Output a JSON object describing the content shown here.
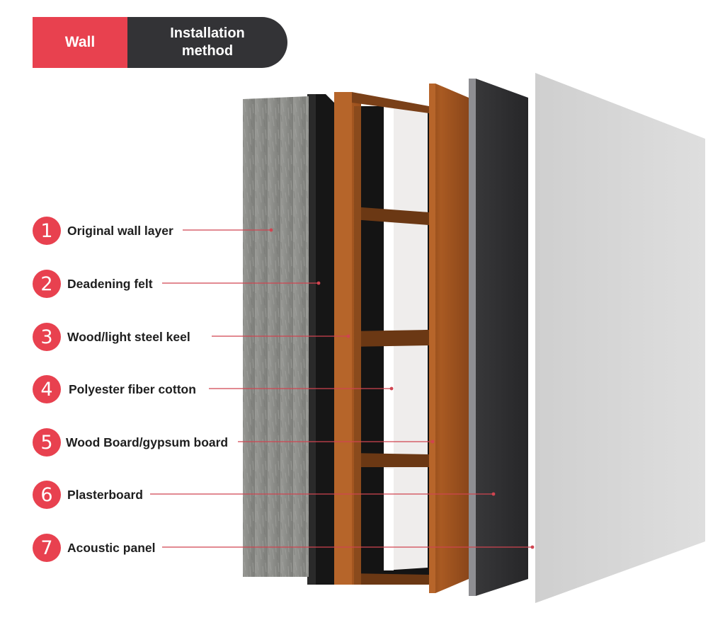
{
  "header": {
    "tab_wall": "Wall",
    "tab_method": "Installation method"
  },
  "layers": [
    {
      "number": "1",
      "label": "Original wall layer"
    },
    {
      "number": "2",
      "label": "Deadening felt"
    },
    {
      "number": "3",
      "label": "Wood/light steel keel"
    },
    {
      "number": "4",
      "label": "Polyester fiber cotton"
    },
    {
      "number": "5",
      "label": "Wood Board/gypsum board"
    },
    {
      "number": "6",
      "label": "Plasterboard"
    },
    {
      "number": "7",
      "label": "Acoustic panel"
    }
  ],
  "colors": {
    "accent": "#e8414f",
    "dark": "#333336",
    "concrete": "#8e8f8b",
    "wood": "#a85a22",
    "felt": "#161616",
    "cotton": "#f1efee",
    "plasterboard": "#2c2c2e",
    "acoustic_panel": "#d8d8d8"
  }
}
